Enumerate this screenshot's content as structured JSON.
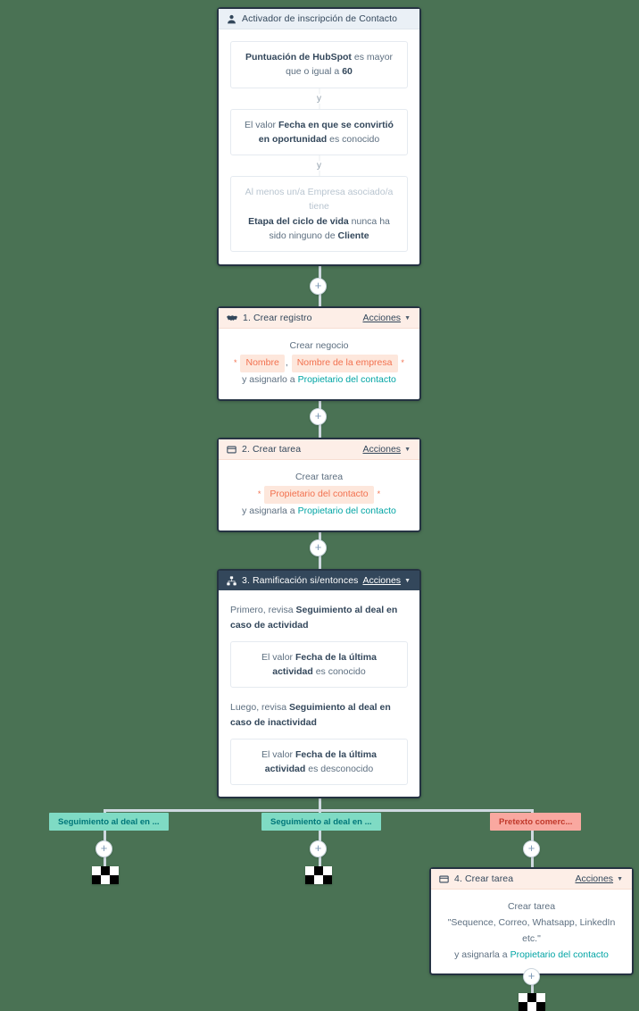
{
  "workflow": {
    "trigger": {
      "icon": "contact-person-icon",
      "title": "Activador de inscripción de Contacto",
      "and_label": "y",
      "filters": [
        {
          "id": "filter-hubspot-score",
          "parts": [
            {
              "text": "Puntuación de HubSpot",
              "style": "bold"
            },
            {
              "text": " es mayor que o igual a ",
              "style": "normal"
            },
            {
              "text": "60",
              "style": "bold"
            }
          ]
        },
        {
          "id": "filter-fecha-oportunidad",
          "parts": [
            {
              "text": "El valor ",
              "style": "normal"
            },
            {
              "text": "Fecha en que se convirtió en oportunidad",
              "style": "bold"
            },
            {
              "text": " es conocido",
              "style": "normal"
            }
          ]
        },
        {
          "id": "filter-empresa-ciclo-vida",
          "parts": [
            {
              "text": "Al menos un/a Empresa asociado/a tiene",
              "style": "dim"
            },
            {
              "text": "\n",
              "style": "break"
            },
            {
              "text": "Etapa del ciclo de vida",
              "style": "bold"
            },
            {
              "text": " nunca ha sido ninguno de ",
              "style": "normal"
            },
            {
              "text": "Cliente",
              "style": "bold"
            }
          ]
        }
      ]
    },
    "actions_menu_label": "Acciones",
    "steps": [
      {
        "id": "step-1-crear-registro",
        "icon": "handshake-icon",
        "title": "1. Crear registro",
        "header_style": "peach",
        "body": {
          "line1": "Crear negocio",
          "tokens": [
            "Nombre",
            "Nombre de la empresa"
          ],
          "token_separator": ",",
          "line3_prefix": "y asignarlo a ",
          "line3_link": "Propietario del contacto"
        }
      },
      {
        "id": "step-2-crear-tarea",
        "icon": "task-icon",
        "title": "2. Crear tarea",
        "header_style": "peach",
        "body": {
          "line1": "Crear tarea",
          "tokens": [
            "Propietario del contacto"
          ],
          "token_separator": "",
          "line3_prefix": "y asignarla a ",
          "line3_link": "Propietario del contacto"
        }
      },
      {
        "id": "step-3-ramificacion",
        "icon": "branch-icon",
        "title": "3. Ramificación si/entonces",
        "header_style": "navy",
        "branches": [
          {
            "question_prefix": "Primero, revisa ",
            "question_bold": "Seguimiento al deal en caso de actividad",
            "condition_parts": [
              {
                "text": "El valor ",
                "style": "normal"
              },
              {
                "text": "Fecha de la última actividad",
                "style": "bold"
              },
              {
                "text": " es conocido",
                "style": "normal"
              }
            ]
          },
          {
            "question_prefix": "Luego, revisa ",
            "question_bold": "Seguimiento al deal en caso de inactividad",
            "condition_parts": [
              {
                "text": "El valor ",
                "style": "normal"
              },
              {
                "text": "Fecha de la última actividad",
                "style": "bold"
              },
              {
                "text": " es desconocido",
                "style": "normal"
              }
            ]
          }
        ]
      },
      {
        "id": "step-4-crear-tarea",
        "icon": "task-icon",
        "title": "4. Crear tarea",
        "header_style": "peach",
        "body": {
          "line1": "Crear tarea",
          "quoted": "\"Sequence, Correo, Whatsapp, LinkedIn etc.\"",
          "line3_prefix": "y asignarla a ",
          "line3_link": "Propietario del contacto"
        }
      }
    ],
    "branch_pills": [
      {
        "id": "branch-pill-left",
        "label": "Seguimiento al deal en ...",
        "color": "teal"
      },
      {
        "id": "branch-pill-center",
        "label": "Seguimiento al deal en ...",
        "color": "teal"
      },
      {
        "id": "branch-pill-right",
        "label": "Pretexto comerc...",
        "color": "red"
      }
    ],
    "add_button_label": "+",
    "colors": {
      "background": "#4a7254",
      "card_border": "#253342",
      "header_navy": "#33475b",
      "header_peach": "#fdeee7",
      "header_blue": "#eaf0f6",
      "token_bg": "#fde7dc",
      "token_text": "#f2714f",
      "link_teal": "#00a4a4",
      "pill_teal_bg": "#7fdbc4",
      "pill_teal_text": "#00777a",
      "pill_red_bg": "#f9a8a0",
      "pill_red_text": "#c0392b",
      "connector": "#cfd9e0"
    }
  }
}
